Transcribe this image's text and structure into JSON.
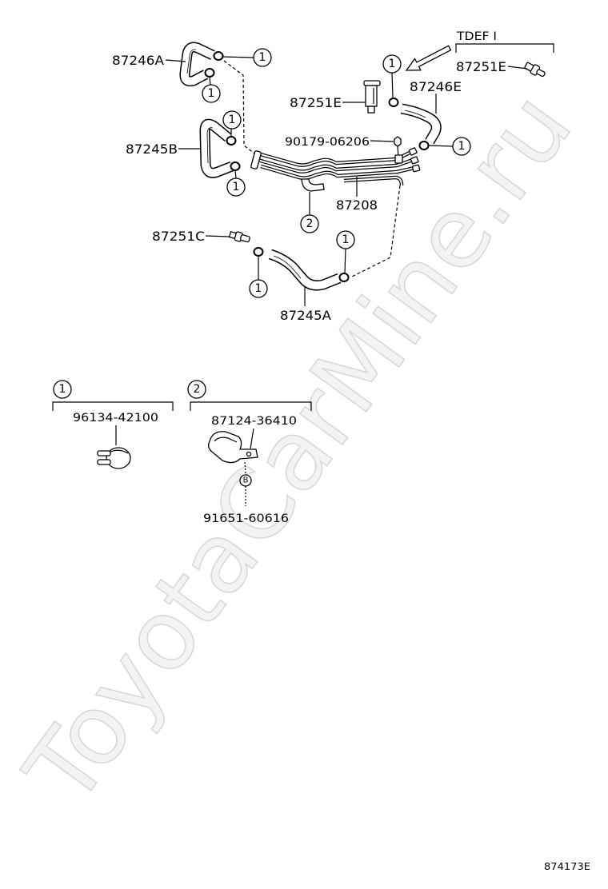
{
  "watermark": "ToyotaCarMine.ru",
  "labels": {
    "part_87246a": "87246A",
    "tdef_note": "TDEF I",
    "part_87251e_right": "87251E",
    "part_87246e": "87246E",
    "part_87251e_left": "87251E",
    "part_87245b": "87245B",
    "part_90179": "90179-06206",
    "part_87208": "87208",
    "part_87251c": "87251C",
    "part_87245a": "87245A"
  },
  "callouts": {
    "one": "1",
    "two": "2"
  },
  "legend": {
    "group_1": {
      "ref": "1",
      "part_number": "96134-42100"
    },
    "group_2": {
      "ref": "2",
      "part_number": "87124-36410",
      "sub_ref": "B",
      "sub_part_number": "91651-60616"
    }
  },
  "illustration_number": "874173E",
  "colors": {
    "ink": "#000000",
    "paper": "#ffffff",
    "watermark": "#d6d6d6"
  }
}
